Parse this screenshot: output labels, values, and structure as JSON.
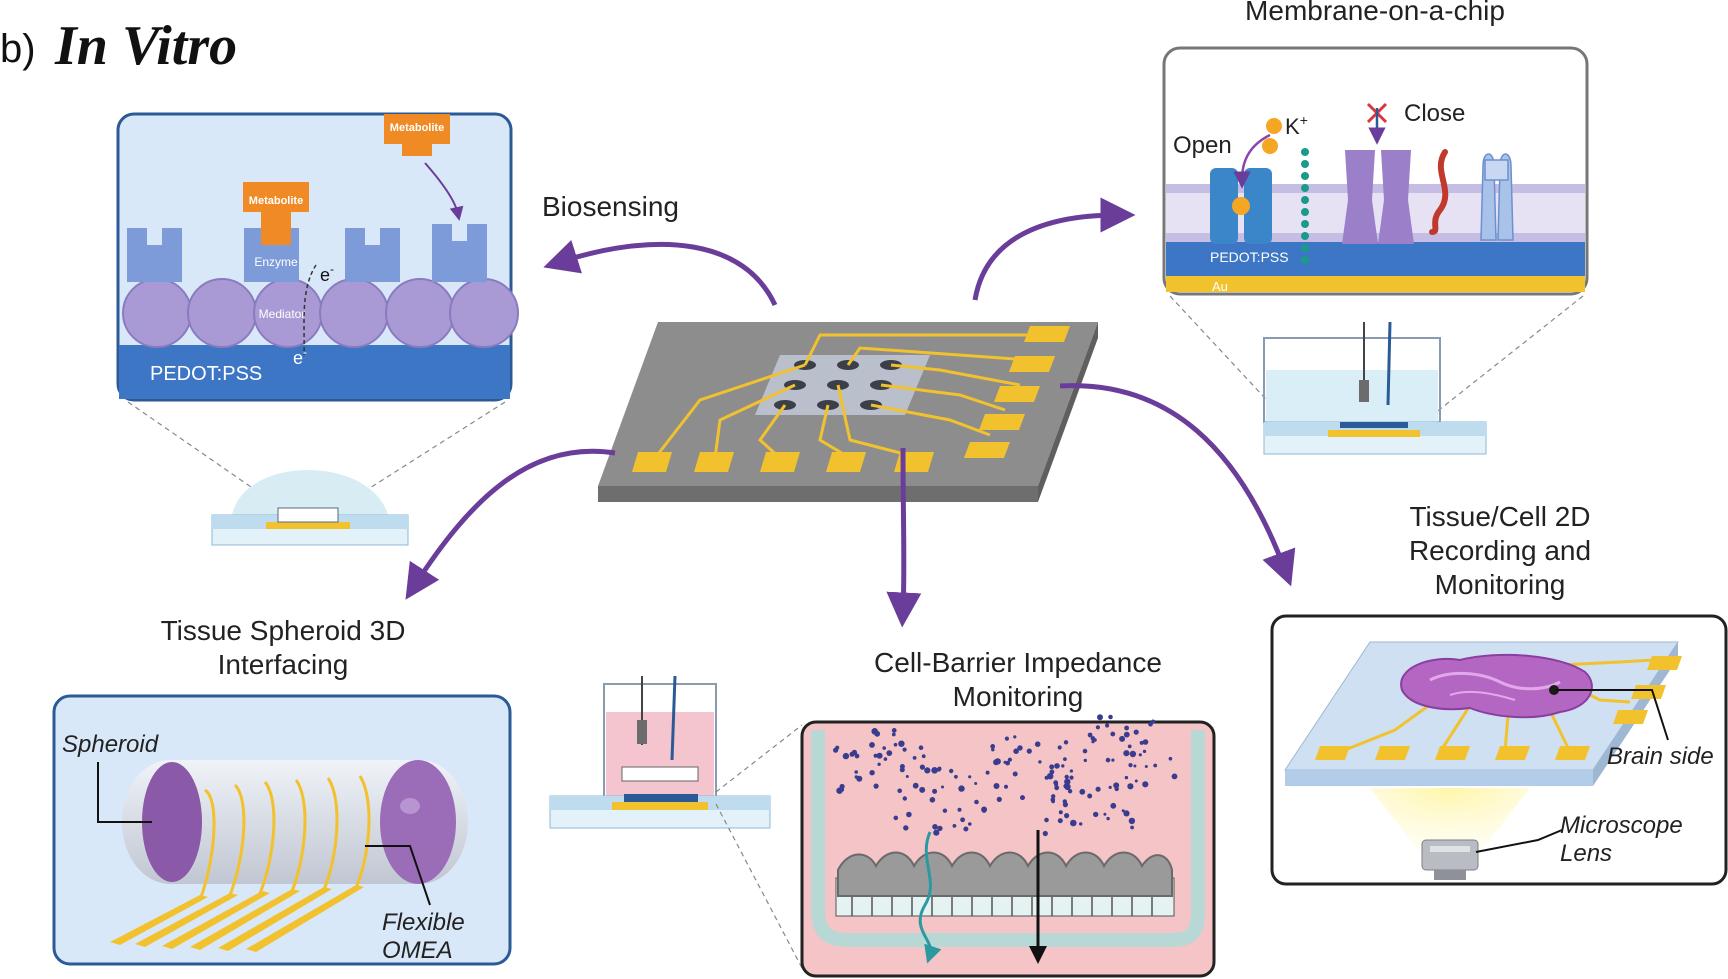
{
  "panel": {
    "letter": "b)",
    "title": "In Vitro"
  },
  "biosensing": {
    "label": "Biosensing",
    "metabolite_top": "Metabolite",
    "metabolite_bound": "Metabolite",
    "enzyme": "Enzyme",
    "mediator": "Mediator",
    "electron_upper": "e",
    "electron_lower": "e",
    "electron_sign": "-",
    "substrate": "PEDOT:PSS"
  },
  "membrane": {
    "label": "Membrane-on-a-chip",
    "open": "Open",
    "close": "Close",
    "ion": "K",
    "ion_charge": "+",
    "substrate": "PEDOT:PSS",
    "gold": "Au"
  },
  "spheroid": {
    "label_line1": "Tissue Spheroid 3D",
    "label_line2": "Interfacing",
    "spheroid": "Spheroid",
    "omea_line1": "Flexible",
    "omea_line2": "OMEA"
  },
  "barrier": {
    "label_line1": "Cell-Barrier Impedance",
    "label_line2": "Monitoring"
  },
  "tissue2d": {
    "label_line1": "Tissue/Cell 2D",
    "label_line2": "Recording and",
    "label_line3": "Monitoring",
    "brain": "Brain side",
    "lens_line1": "Microscope",
    "lens_line2": "Lens"
  },
  "colors": {
    "arrow": "#6a3d9a",
    "gold": "#f2c12e",
    "pedot": "#3d76c4",
    "panel_bg": "#d9e8f8",
    "metabolite": "#f08a24",
    "enzyme": "#7d9bd8",
    "mediator": "#a99ad6"
  }
}
